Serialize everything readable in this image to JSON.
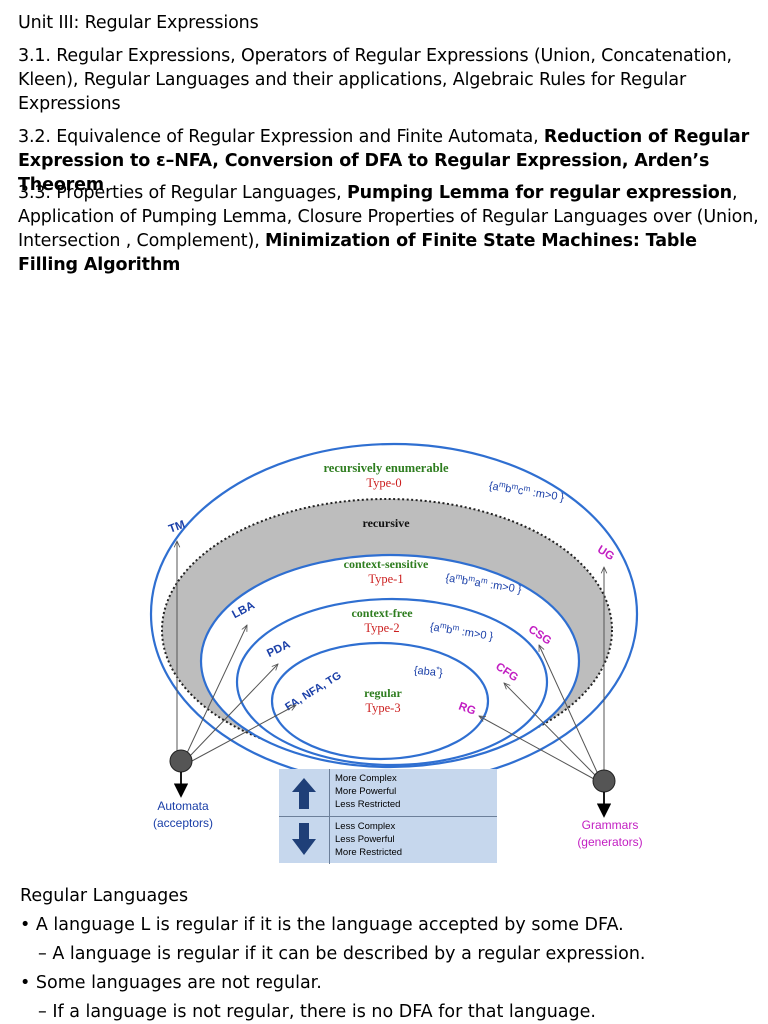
{
  "heading": "Unit III: Regular Expressions",
  "section_1": {
    "text": "3.1. Regular Expressions, Operators of Regular Expressions (Union, Concatenation, Kleen), Regular Languages and their applications, Algebraic Rules for Regular Expressions"
  },
  "section_2": {
    "plain": "3.2. Equivalence of Regular Expression and Finite Automata, ",
    "bold": "Reduction of Regular Expression to ε–NFA, Conversion of DFA to Regular Expression, Arden’s Theorem"
  },
  "section_3": {
    "plain1": "3.3. Properties of Regular Languages, ",
    "bold1": "Pumping Lemma for regular expression",
    "plain2": ", Application of Pumping Lemma, Closure Properties of Regular Languages over (Union, Intersection , Complement), ",
    "bold2": "Minimization of Finite State Machines: Table Filling Algorithm"
  },
  "diagram": {
    "re_name": "recursively enumerable",
    "re_type": "Type-0",
    "re_example": "{a^mb^mc^m :m>0 }",
    "recursive": "recursive",
    "cs_name": "context-sensitive",
    "cs_type": "Type-1",
    "cs_example": "{a^mb^ma^m :m>0 }",
    "cf_name": "context-free",
    "cf_type": "Type-2",
    "cf_example": "{a^mb^m :m>0 }",
    "reg_name": "regular",
    "reg_type": "Type-3",
    "reg_example": "{aba*}",
    "automata": {
      "tm": "TM",
      "lba": "LBA",
      "pda": "PDA",
      "fa": "FA, NFA, TG"
    },
    "grammars": {
      "ug": "UG",
      "csg": "CSG",
      "cfg": "CFG",
      "rg": "RG"
    },
    "automata_label_1": "Automata",
    "automata_label_2": "(acceptors)",
    "grammars_label_1": "Grammars",
    "grammars_label_2": "(generators)",
    "colors": {
      "green": "#2e7d1f",
      "red": "#cc1f1f",
      "blue": "#1a3fa8",
      "magenta": "#c21ec2",
      "ring": "#2f6fd1",
      "gray": "#bdbdbd"
    }
  },
  "legend": {
    "up": [
      "More Complex",
      "More Powerful",
      "Less Restricted"
    ],
    "down": [
      "Less Complex",
      "Less Powerful",
      "More Restricted"
    ]
  },
  "regular_languages": {
    "title": "Regular Languages",
    "bullet_1": "• A language L is regular if it is the language accepted by some DFA.",
    "sub_1": "– A language is regular if it can be described by a regular expression.",
    "bullet_2": "• Some languages are not regular.",
    "sub_2": "– If a language is not regular, there is no DFA for that language."
  }
}
